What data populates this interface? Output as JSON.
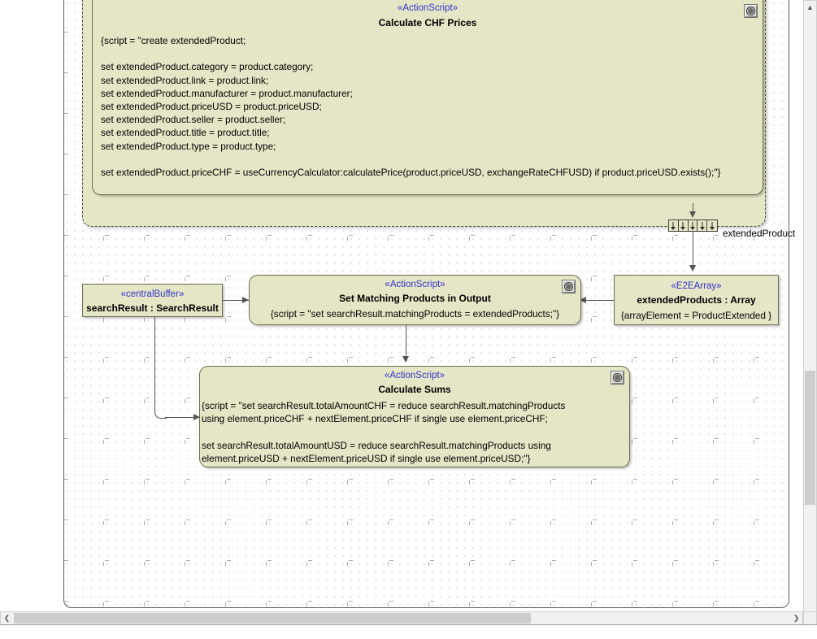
{
  "diagram": {
    "type": "uml-activity-diagram",
    "nodes": [
      {
        "id": "expansion-region",
        "kind": "expansion-region",
        "label": ""
      },
      {
        "id": "calculate-chf-prices",
        "kind": "action-script",
        "stereotype": "«ActionScript»",
        "name": "Calculate CHF Prices",
        "icon": "script-icon",
        "script": "{script = \"create extendedProduct;\n\nset extendedProduct.category = product.category;\nset extendedProduct.link = product.link;\nset extendedProduct.manufacturer = product.manufacturer;\nset extendedProduct.priceUSD = product.priceUSD;\nset extendedProduct.seller = product.seller;\nset extendedProduct.title = product.title;\nset extendedProduct.type = product.type;\n\nset extendedProduct.priceCHF = useCurrencyCalculator:calculatePrice(product.priceUSD, exchangeRateCHFUSD) if product.priceUSD.exists();\"}"
      },
      {
        "id": "extended-product-pin",
        "kind": "expansion-node",
        "label": "extendedProduct"
      },
      {
        "id": "search-result-buffer",
        "kind": "central-buffer",
        "stereotype": "«centralBuffer»",
        "name": "searchResult : SearchResult"
      },
      {
        "id": "set-matching-products",
        "kind": "action-script",
        "stereotype": "«ActionScript»",
        "name": "Set Matching Products in Output",
        "icon": "script-icon",
        "script": "{script = \"set searchResult.matchingProducts = extendedProducts;\"}"
      },
      {
        "id": "extended-products-array",
        "kind": "e2e-array",
        "stereotype": "«E2EArray»",
        "name": "extendedProducts : Array",
        "constraint": "{arrayElement = ProductExtended }"
      },
      {
        "id": "calculate-sums",
        "kind": "action-script",
        "stereotype": "«ActionScript»",
        "name": "Calculate Sums",
        "icon": "script-icon",
        "script": "{script = \"set searchResult.totalAmountCHF = reduce searchResult.matchingProducts\nusing element.priceCHF + nextElement.priceCHF if single use element.priceCHF;\n\nset searchResult.totalAmountUSD = reduce searchResult.matchingProducts using\nelement.priceUSD + nextElement.priceUSD if single use element.priceUSD;\"}"
      }
    ],
    "colors": {
      "node_fill": "#e5e6c6",
      "node_border": "#6b6b4e",
      "stereotype_text": "#3333cc",
      "connector": "#555555",
      "canvas": "#ffffff"
    }
  },
  "scrollbars": {
    "vertical": {
      "up_arrow": "▲",
      "down_arrow": "▼"
    },
    "horizontal": {
      "left_arrow": "❮",
      "right_arrow": "❯"
    }
  }
}
